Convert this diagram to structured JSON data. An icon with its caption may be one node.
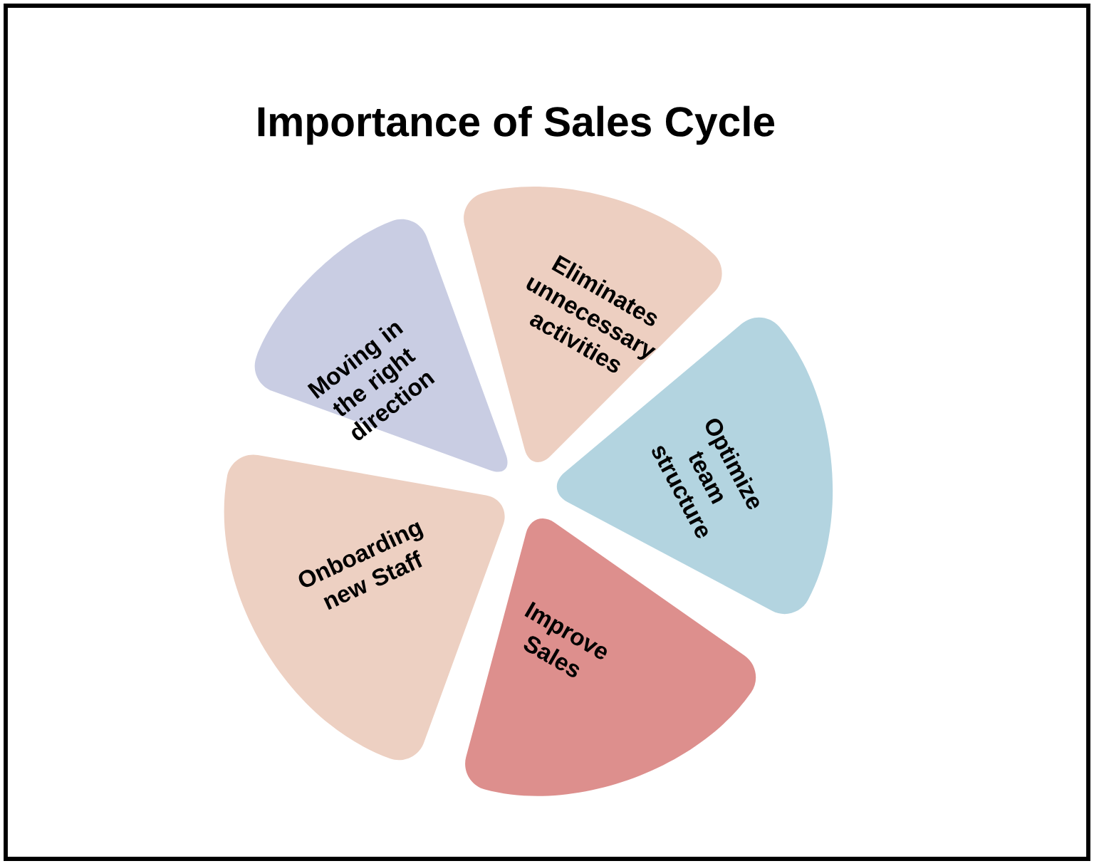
{
  "diagram": {
    "title": "Importance of Sales Cycle",
    "nodes": [
      {
        "text": [
          "Moving in the right direction"
        ]
      },
      {
        "text": [
          "Eliminates unnecessary activities"
        ]
      },
      {
        "text": [
          "Optimize team structure"
        ]
      },
      {
        "text": [
          "Improve Sales"
        ]
      },
      {
        "text": [
          "Onboarding new Staff"
        ]
      }
    ]
  }
}
